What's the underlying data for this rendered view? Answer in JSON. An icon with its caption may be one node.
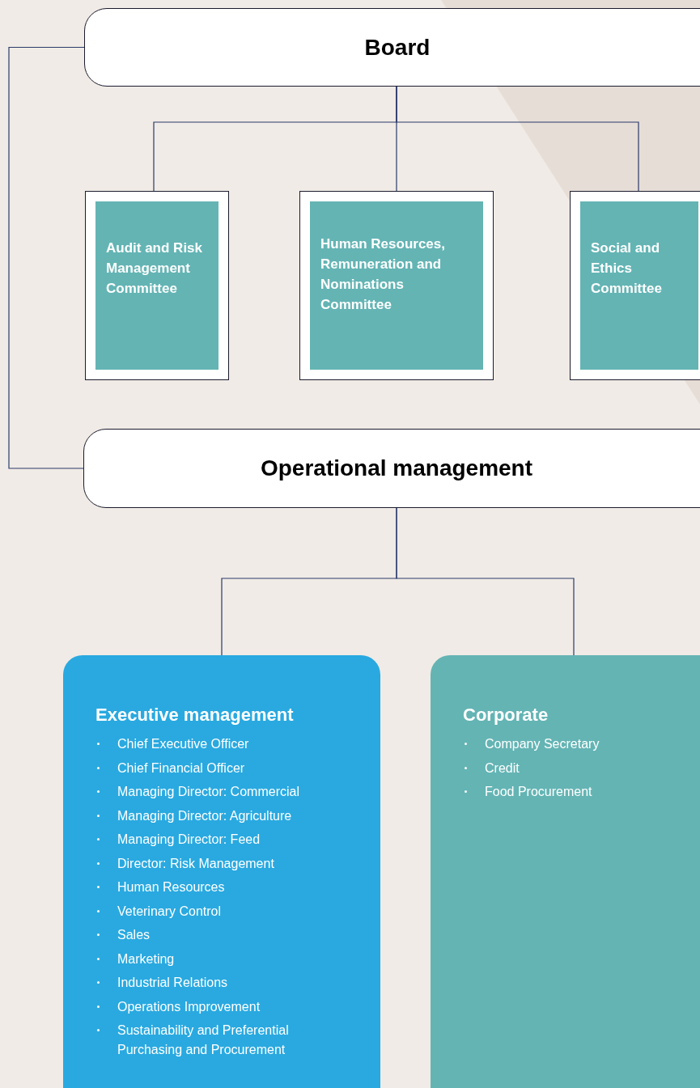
{
  "diagram": {
    "nodes": [
      {
        "text": [
          "Board"
        ]
      },
      {
        "text": [
          "Audit and Risk Management Committee"
        ]
      },
      {
        "text": [
          "Human Resources, Remuneration and Nominations Committee"
        ]
      },
      {
        "text": [
          "Social and Ethics Committee"
        ]
      },
      {
        "text": [
          "Operational management"
        ]
      },
      {
        "text": [
          "Executive management",
          "Chief Executive Officer",
          "Chief Financial Officer",
          "Managing Director: Commercial",
          "Managing Director: Agriculture",
          "Managing Director: Feed",
          "Director: Risk Management",
          "Human Resources",
          "Veterinary Control",
          "Sales",
          "Marketing",
          "Industrial Relations",
          "Operations Improvement",
          "Sustainability and Preferential Purchasing and Procurement"
        ]
      },
      {
        "text": [
          "Corporate",
          "Company Secretary",
          "Credit",
          "Food Procurement"
        ]
      }
    ],
    "edges": [
      {
        "from": 0,
        "to": 1,
        "arrow": "none"
      },
      {
        "from": 0,
        "to": 2,
        "arrow": "none"
      },
      {
        "from": 0,
        "to": 3,
        "arrow": "none"
      },
      {
        "from": 0,
        "to": 4,
        "arrow": "none"
      },
      {
        "from": 4,
        "to": 5,
        "arrow": "none"
      },
      {
        "from": 4,
        "to": 6,
        "arrow": "none"
      }
    ]
  }
}
